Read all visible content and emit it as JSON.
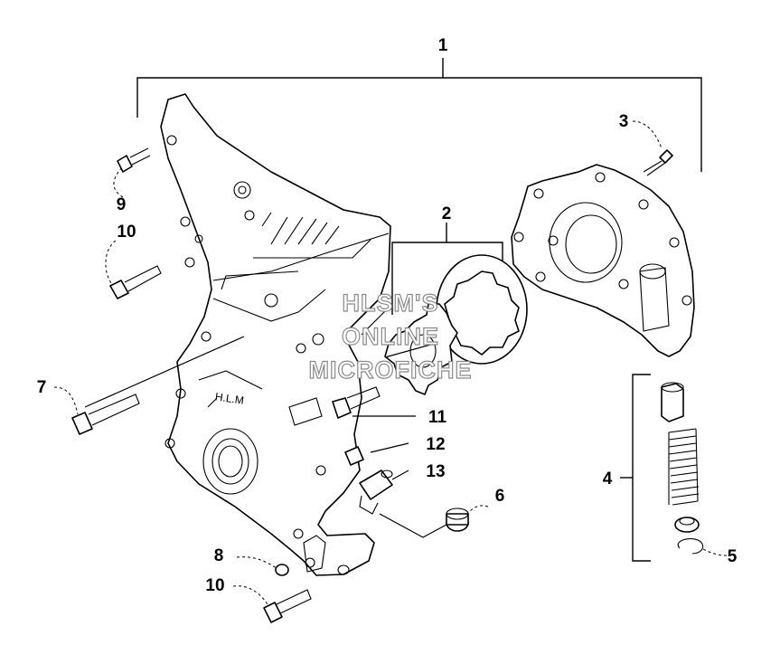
{
  "callouts": {
    "c1": "1",
    "c2": "2",
    "c3": "3",
    "c4": "4",
    "c5": "5",
    "c6": "6",
    "c7": "7",
    "c8": "8",
    "c9": "9",
    "c10a": "10",
    "c10b": "10",
    "c11": "11",
    "c12": "12",
    "c13": "13"
  },
  "cover_stamp": "H.L.M",
  "watermark": {
    "line1": "HLSM'S",
    "line2": "ONLINE",
    "line3": "MICROFICHE"
  }
}
